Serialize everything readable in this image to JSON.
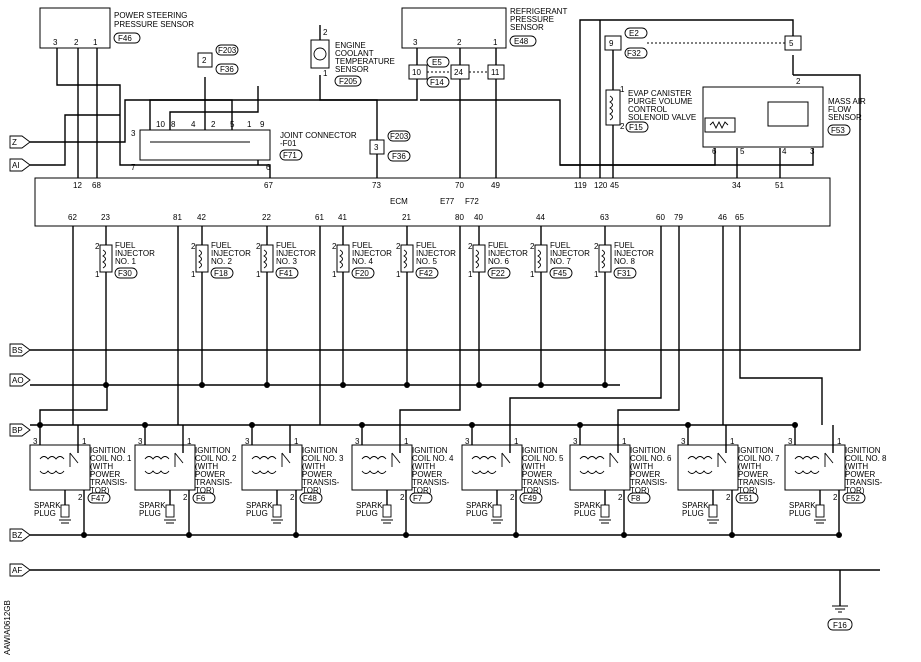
{
  "figure_code": "AAWIA0612GB",
  "ecm": {
    "label": "ECM",
    "connectors": [
      "E77",
      "F72"
    ]
  },
  "sensors": {
    "power_steering": {
      "name": [
        "POWER STEERING",
        "PRESSURE SENSOR"
      ],
      "connector": "F46",
      "pins": [
        "3",
        "2",
        "1"
      ]
    },
    "refrigerant": {
      "name": [
        "REFRIGERANT",
        "PRESSURE",
        "SENSOR"
      ],
      "connector": "E48",
      "pins": [
        "3",
        "2",
        "1"
      ]
    },
    "coolant": {
      "name": [
        "ENGINE",
        "COOLANT",
        "TEMPERATURE",
        "SENSOR"
      ],
      "connector": "F205",
      "pins": [
        "2",
        "1"
      ]
    },
    "evap": {
      "name": [
        "EVAP CANISTER",
        "PURGE VOLUME",
        "CONTROL",
        "SOLENOID VALVE"
      ],
      "connector": "F15",
      "pins": [
        "1",
        "2"
      ]
    },
    "maf": {
      "name": [
        "MASS AIR",
        "FLOW",
        "SENSOR"
      ],
      "connector": "F53",
      "pins": [
        "2",
        "6",
        "5",
        "4",
        "3"
      ]
    }
  },
  "joint_connector": {
    "name": [
      "JOINT CONNECTOR",
      "-F01"
    ],
    "connector": "F71",
    "pins": [
      "10",
      "8",
      "4",
      "2",
      "5",
      "1",
      "9",
      "3",
      "7",
      "6"
    ]
  },
  "inline_connectors": [
    {
      "pin": "2",
      "conn_a": "F203",
      "conn_b": "F36"
    },
    {
      "pin": "3",
      "conn_a": "F203",
      "conn_b": "F36"
    },
    {
      "pin": "9",
      "conn_a": "E2",
      "conn_b": "F32"
    },
    {
      "pin": "5",
      "conn_a": "",
      "conn_b": ""
    },
    {
      "pin": "10",
      "conn_a": "E5",
      "conn_b": "F14"
    },
    {
      "pin": "24",
      "conn_a": "",
      "conn_b": ""
    },
    {
      "pin": "11",
      "conn_a": "",
      "conn_b": ""
    }
  ],
  "ecm_top_pins": [
    "12",
    "68",
    "67",
    "73",
    "70",
    "49",
    "119",
    "120",
    "45",
    "34",
    "51"
  ],
  "ecm_bottom_pins": [
    "62",
    "23",
    "81",
    "42",
    "22",
    "61",
    "41",
    "21",
    "80",
    "40",
    "44",
    "63",
    "60",
    "79",
    "46",
    "65"
  ],
  "injectors": [
    {
      "label": [
        "FUEL",
        "INJECTOR",
        "NO. 1"
      ],
      "connector": "F30"
    },
    {
      "label": [
        "FUEL",
        "INJECTOR",
        "NO. 2"
      ],
      "connector": "F18"
    },
    {
      "label": [
        "FUEL",
        "INJECTOR",
        "NO. 3"
      ],
      "connector": "F41"
    },
    {
      "label": [
        "FUEL",
        "INJECTOR",
        "NO. 4"
      ],
      "connector": "F20"
    },
    {
      "label": [
        "FUEL",
        "INJECTOR",
        "NO. 5"
      ],
      "connector": "F42"
    },
    {
      "label": [
        "FUEL",
        "INJECTOR",
        "NO. 6"
      ],
      "connector": "F22"
    },
    {
      "label": [
        "FUEL",
        "INJECTOR",
        "NO. 7"
      ],
      "connector": "F45"
    },
    {
      "label": [
        "FUEL",
        "INJECTOR",
        "NO. 8"
      ],
      "connector": "F31"
    }
  ],
  "injector_pins": [
    "2",
    "1"
  ],
  "coils": [
    {
      "label": [
        "IGNITION",
        "COIL NO. 1",
        "(WITH",
        "POWER",
        "TRANSIS-",
        "TOR)"
      ],
      "connector": "F47"
    },
    {
      "label": [
        "IGNITION",
        "COIL NO. 2",
        "(WITH",
        "POWER",
        "TRANSIS-",
        "TOR)"
      ],
      "connector": "F6"
    },
    {
      "label": [
        "IGNITION",
        "COIL NO. 3",
        "(WITH",
        "POWER",
        "TRANSIS-",
        "TOR)"
      ],
      "connector": "F48"
    },
    {
      "label": [
        "IGNITION",
        "COIL NO. 4",
        "(WITH",
        "POWER",
        "TRANSIS-",
        "TOR)"
      ],
      "connector": "F7"
    },
    {
      "label": [
        "IGNITION",
        "COIL NO. 5",
        "(WITH",
        "POWER",
        "TRANSIS-",
        "TOR)"
      ],
      "connector": "F49"
    },
    {
      "label": [
        "IGNITION",
        "COIL NO. 6",
        "(WITH",
        "POWER",
        "TRANSIS-",
        "TOR)"
      ],
      "connector": "F8"
    },
    {
      "label": [
        "IGNITION",
        "COIL NO. 7",
        "(WITH",
        "POWER",
        "TRANSIS-",
        "TOR)"
      ],
      "connector": "F51"
    },
    {
      "label": [
        "IGNITION",
        "COIL NO. 8",
        "(WITH",
        "POWER",
        "TRANSIS-",
        "TOR)"
      ],
      "connector": "F52"
    }
  ],
  "coil_pins": [
    "3",
    "1",
    "2"
  ],
  "spark_plug": [
    "SPARK",
    "PLUG"
  ],
  "ground": {
    "connector": "F16"
  },
  "off_page_arrows": [
    "Z",
    "AI",
    "BS",
    "AO",
    "BP",
    "BZ",
    "AF"
  ]
}
